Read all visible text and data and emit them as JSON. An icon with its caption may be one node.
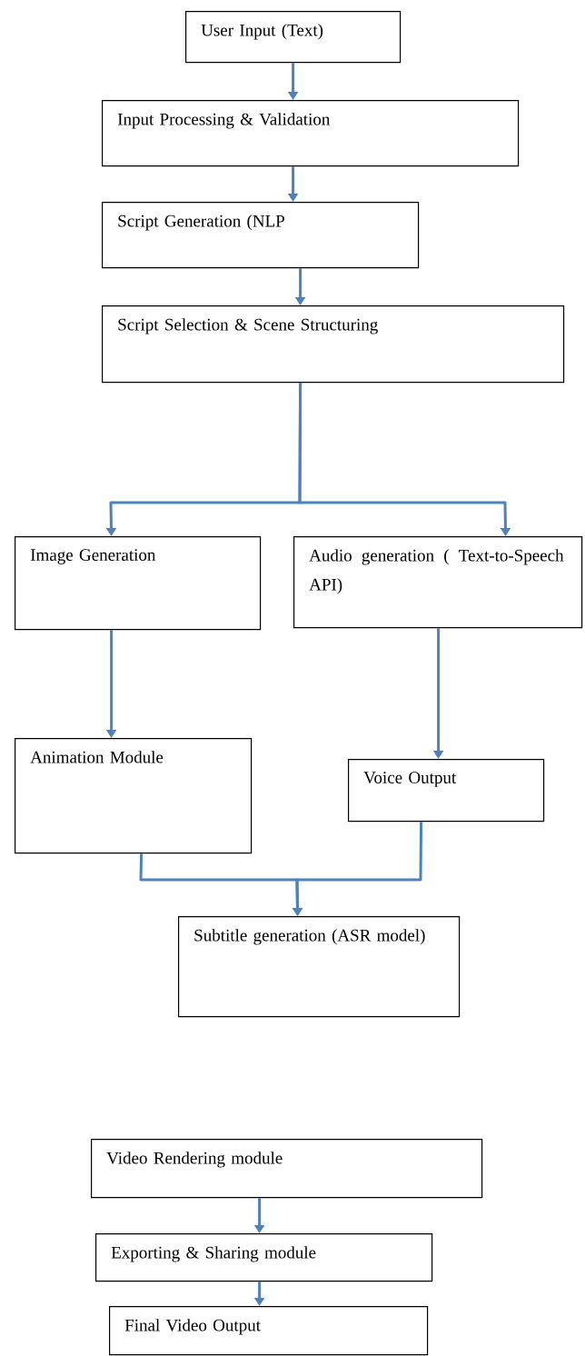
{
  "diagram": {
    "nodes": [
      {
        "text": [
          "User Input (Text)"
        ]
      },
      {
        "text": [
          "Input Processing & Validation"
        ]
      },
      {
        "text": [
          "Script Generation (NLP"
        ]
      },
      {
        "text": [
          "Script Selection & Scene Structuring"
        ]
      },
      {
        "text": [
          "Image Generation"
        ]
      },
      {
        "text": [
          "Audio generation ( Text-to-Speech API)"
        ]
      },
      {
        "text": [
          "Animation Module"
        ]
      },
      {
        "text": [
          "Voice Output"
        ]
      },
      {
        "text": [
          "Subtitle generation (ASR model)"
        ]
      },
      {
        "text": [
          "Video Rendering module"
        ]
      },
      {
        "text": [
          "Exporting & Sharing module"
        ]
      },
      {
        "text": [
          "Final Video Output"
        ]
      }
    ],
    "edges": [
      {
        "from": 0,
        "to": 1,
        "arrow": "to"
      },
      {
        "from": 1,
        "to": 2,
        "arrow": "to"
      },
      {
        "from": 2,
        "to": 3,
        "arrow": "to"
      },
      {
        "from": 3,
        "to": 4,
        "arrow": "to"
      },
      {
        "from": 3,
        "to": 5,
        "arrow": "to"
      },
      {
        "from": 4,
        "to": 6,
        "arrow": "to"
      },
      {
        "from": 5,
        "to": 7,
        "arrow": "to"
      },
      {
        "from": 6,
        "to": 8,
        "arrow": "to"
      },
      {
        "from": 7,
        "to": 8,
        "arrow": "to"
      },
      {
        "from": 9,
        "to": 10,
        "arrow": "to"
      },
      {
        "from": 10,
        "to": 11,
        "arrow": "to"
      }
    ]
  }
}
